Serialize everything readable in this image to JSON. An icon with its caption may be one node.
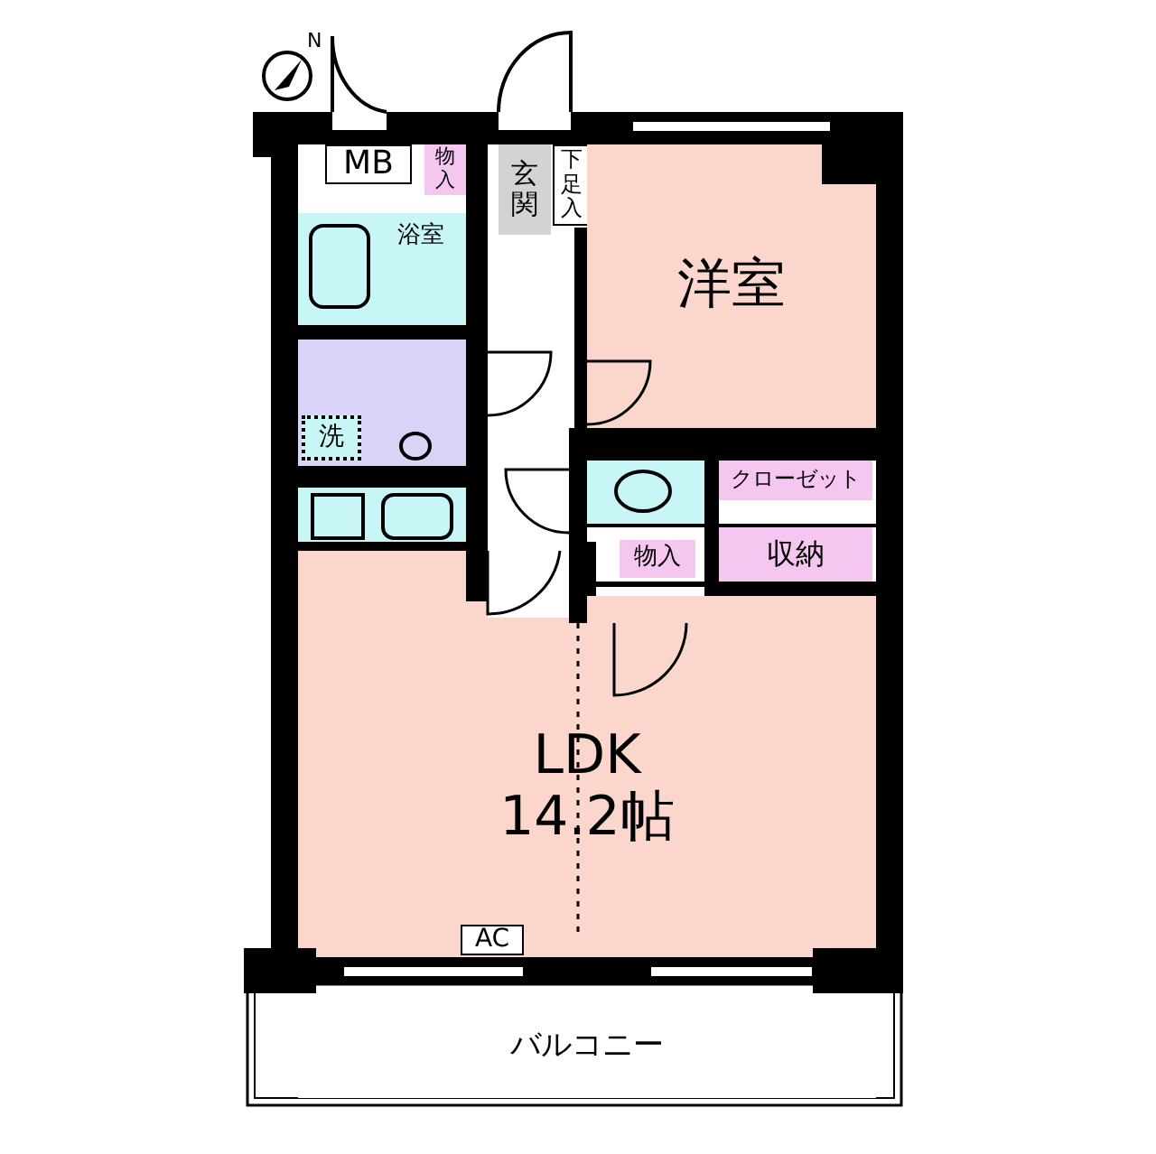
{
  "diagram": {
    "nodes": [
      {
        "text": [
          "MB"
        ]
      },
      {
        "text": [
          "物入"
        ]
      },
      {
        "text": [
          "玄関"
        ]
      },
      {
        "text": [
          "下足入"
        ]
      },
      {
        "text": [
          "浴室"
        ]
      },
      {
        "text": [
          "洋室"
        ]
      },
      {
        "text": [
          "洗"
        ]
      },
      {
        "text": [
          "クローゼット"
        ]
      },
      {
        "text": [
          "物入"
        ]
      },
      {
        "text": [
          "収納"
        ]
      },
      {
        "text": [
          "LDK",
          "14.2帖"
        ]
      },
      {
        "text": [
          "AC"
        ],
        "in": 10
      },
      {
        "text": [
          "バルコニー"
        ]
      }
    ],
    "labels": [
      "N"
    ]
  }
}
